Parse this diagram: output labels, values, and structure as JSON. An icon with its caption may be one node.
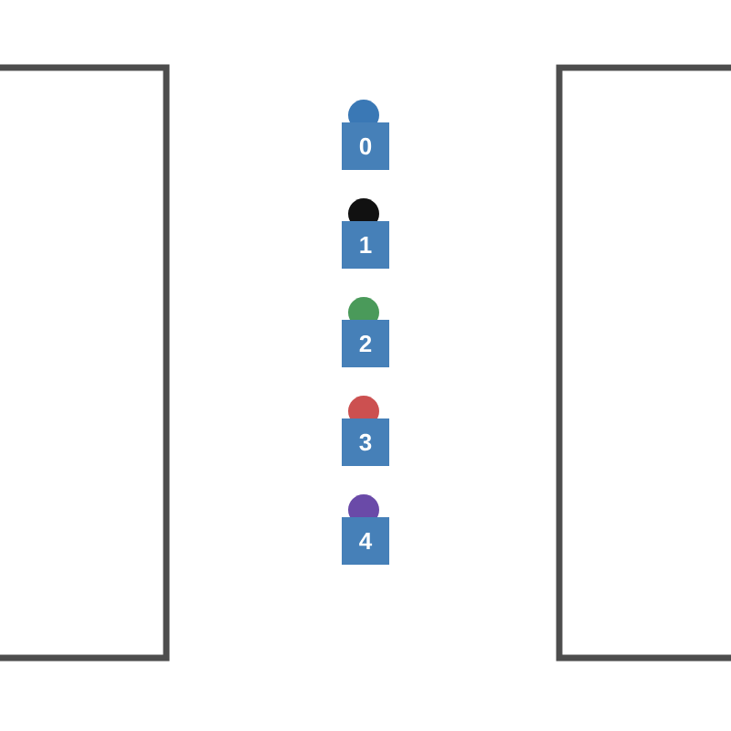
{
  "diagram": {
    "nodes": [
      {
        "text": [],
        "shape": "box"
      },
      {
        "text": [],
        "shape": "box"
      },
      {
        "text": [
          "0"
        ]
      },
      {
        "text": [
          "1"
        ]
      },
      {
        "text": [
          "2"
        ]
      },
      {
        "text": [
          "3"
        ]
      },
      {
        "text": [
          "4"
        ]
      }
    ]
  }
}
